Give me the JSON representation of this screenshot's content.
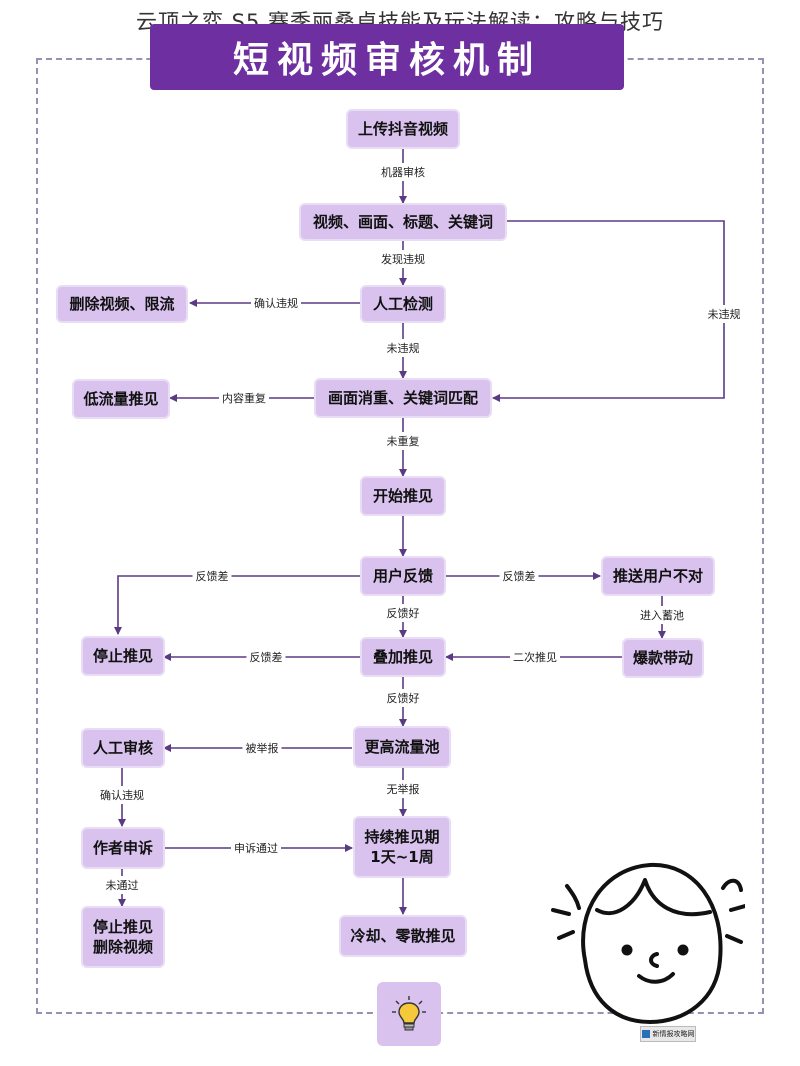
{
  "caption": "云顶之弈 S5 赛季丽桑卓技能及玩法解读：攻略与技巧",
  "title": "短视频审核机制",
  "nodes": {
    "upload": "上传抖音视频",
    "content": "视频、画面、标题、关键词",
    "manual": "人工检测",
    "delete_limit": "删除视频、限流",
    "low_flow": "低流量推见",
    "dedupe": "画面消重、关键词匹配",
    "start": "开始推见",
    "feedback": "用户反馈",
    "wrong_user": "推送用户不对",
    "stop1": "停止推见",
    "stack": "叠加推见",
    "viral": "爆款带动",
    "review": "人工审核",
    "higher": "更高流量池",
    "appeal": "作者申诉",
    "continuous": "持续推见期\n1天~1周",
    "stop_delete": "停止推见\n删除视频",
    "cool": "冷却、零散推见"
  },
  "edges": {
    "machine": "机器审核",
    "found": "发现违规",
    "confirm1": "确认违规",
    "no_violation1": "未违规",
    "no_violation2": "未违规",
    "duplicate": "内容重复",
    "not_duplicate": "未重复",
    "bad_left": "反馈差",
    "bad_right": "反馈差",
    "good1": "反馈好",
    "enter_pool": "进入蓄池",
    "bad2": "反馈差",
    "second": "二次推见",
    "good2": "反馈好",
    "reported": "被举报",
    "not_reported": "无举报",
    "confirm2": "确认违规",
    "appeal_pass": "申诉通过",
    "not_pass": "未通过"
  },
  "watermark": "新情报攻略网",
  "icons": {
    "bulb": "lightbulb-icon",
    "face": "cartoon-face"
  },
  "colors": {
    "banner": "#6e2fa0",
    "node": "#d9c3ee",
    "wire": "#5b3a84"
  }
}
